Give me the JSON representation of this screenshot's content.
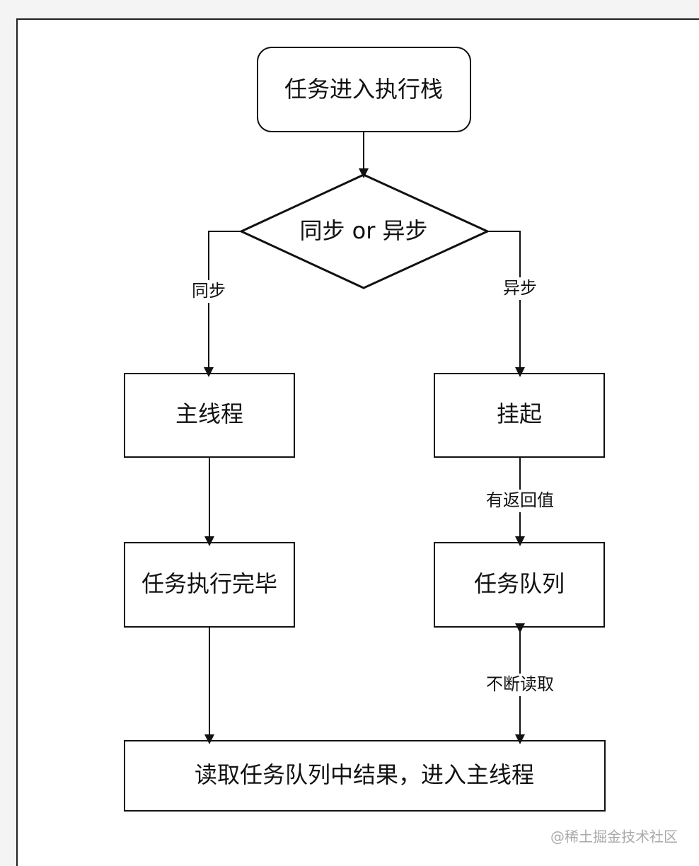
{
  "diagram": {
    "nodes": {
      "start": {
        "label": "任务进入执行栈"
      },
      "decision": {
        "label": "同步 or 异步"
      },
      "main_thread": {
        "label": "主线程"
      },
      "suspend": {
        "label": "挂起"
      },
      "task_done": {
        "label": "任务执行完毕"
      },
      "task_queue": {
        "label": "任务队列"
      },
      "read_result": {
        "label": "读取任务队列中结果，进入主线程"
      }
    },
    "edges": {
      "sync": {
        "label": "同步"
      },
      "async": {
        "label": "异步"
      },
      "return_value": {
        "label": "有返回值"
      },
      "continuous_read": {
        "label": "不断读取"
      }
    }
  },
  "watermark": "@稀土掘金技术社区",
  "colors": {
    "page_background": "#f4f4f4",
    "diagram_background": "#ffffff",
    "stroke": "#111111",
    "watermark": "#aaaaaa"
  }
}
